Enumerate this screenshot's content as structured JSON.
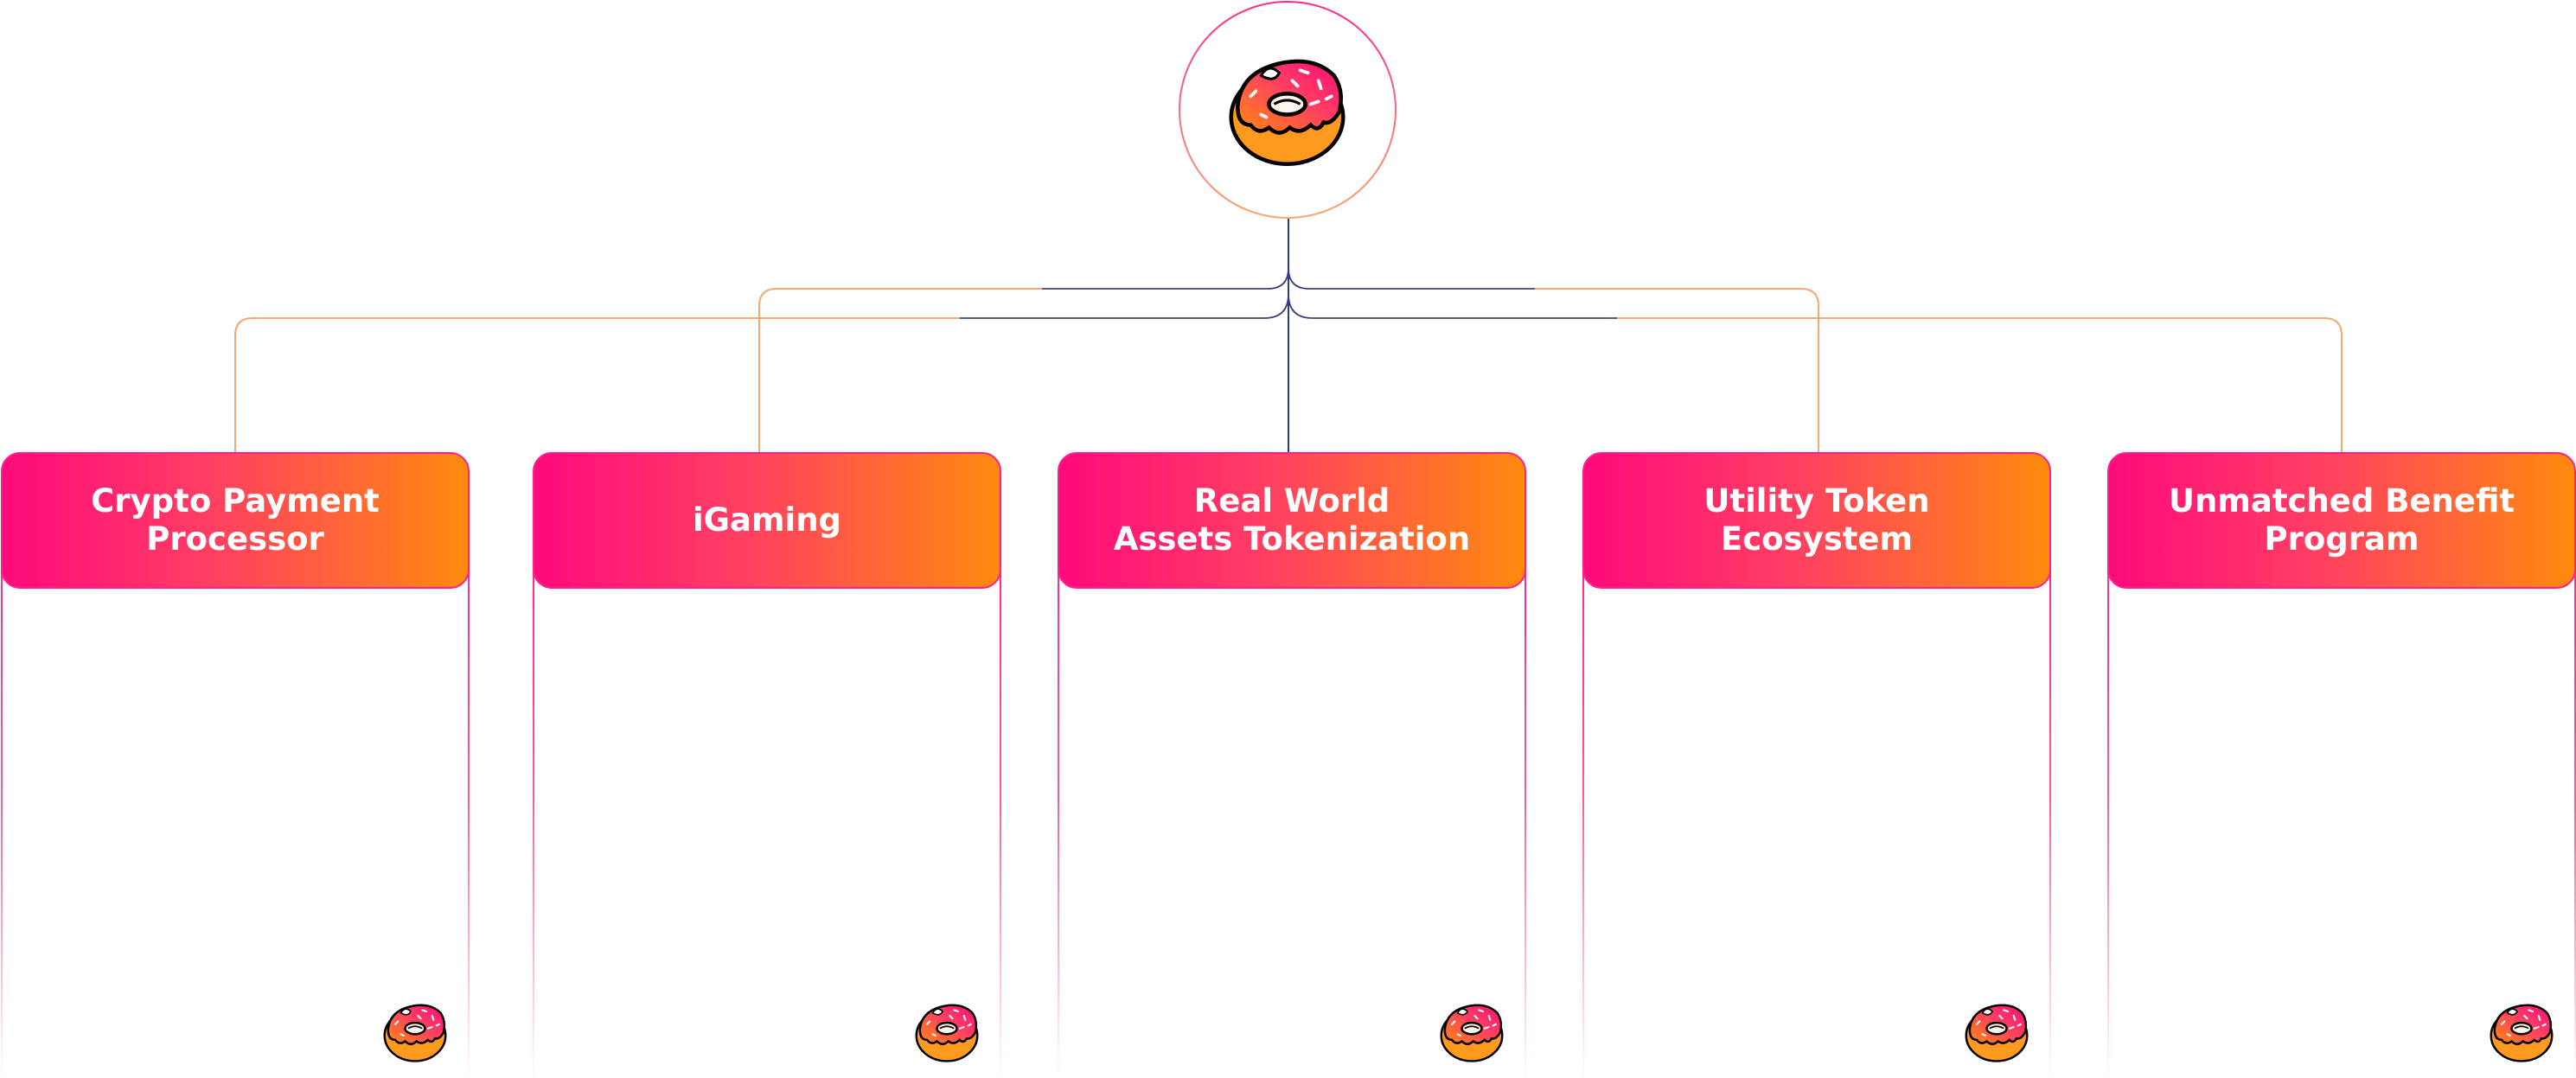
{
  "colors": {
    "pink": "#ff0a7c",
    "orange": "#ff8a0e",
    "connector_orange": "#f6a870",
    "connector_navy": "#2a3b8f",
    "outline_black": "#000000"
  },
  "root": {
    "icon": "donut-icon"
  },
  "cards": [
    {
      "title": "Crypto Payment\nProcessor",
      "icon": "donut-icon"
    },
    {
      "title": "iGaming",
      "icon": "donut-icon"
    },
    {
      "title": "Real World\nAssets Tokenization",
      "icon": "donut-icon"
    },
    {
      "title": "Utility Token\nEcosystem",
      "icon": "donut-icon"
    },
    {
      "title": "Unmatched Benefit\nProgram",
      "icon": "donut-icon"
    }
  ]
}
